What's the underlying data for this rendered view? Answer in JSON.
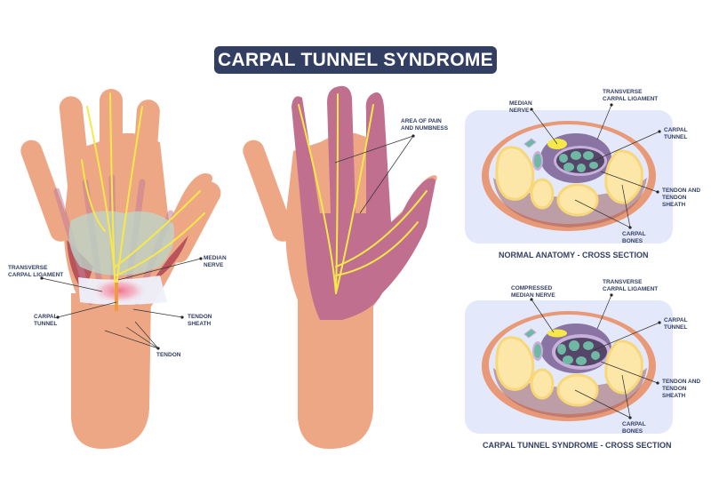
{
  "title": "CARPAL TUNNEL SYNDROME",
  "colors": {
    "title_bg": "#323f63",
    "label_text": "#323f63",
    "skin": "#eda785",
    "skin_dark": "#d98f6e",
    "nerve": "#f7e84a",
    "pain_area": "#c0708e",
    "ligament_glow": "#f08aa0",
    "panel_bg": "#e3e9fb",
    "bone": "#fde7a8",
    "tunnel": "#8a74a3",
    "tendon": "#6fb8a4"
  },
  "left_hand": {
    "labels": {
      "median_nerve": "MEDIAN\nNERVE",
      "transverse_carpal_ligament": "TRANSVERSE\nCARPAL LIGAMENT",
      "carpal_tunnel": "CARPAL\nTUNNEL",
      "tendon_sheath": "TENDON\nSHEATH",
      "tendon": "TENDON"
    }
  },
  "middle_hand": {
    "labels": {
      "area_of_pain": "AREA OF PAIN\nAND NUMBNESS"
    }
  },
  "normal_section": {
    "caption": "NORMAL ANATOMY - CROSS SECTION",
    "labels": {
      "median_nerve": "MEDIAN\nNERVE",
      "transverse_carpal_ligament": "TRANSVERSE\nCARPAL LIGAMENT",
      "carpal_tunnel": "CARPAL\nTUNNEL",
      "tendon_and_sheath": "TENDON AND\nTENDON SHEATH",
      "carpal_bones": "CARPAL\nBONES"
    }
  },
  "cts_section": {
    "caption": "CARPAL TUNNEL SYNDROME - CROSS SECTION",
    "labels": {
      "compressed_median_nerve": "COMPRESSED\nMEDIAN NERVE",
      "transverse_carpal_ligament": "TRANSVERSE\nCARPAL LIGAMENT",
      "carpal_tunnel": "CARPAL\nTUNNEL",
      "tendon_and_sheath": "TENDON AND\nTENDON SHEATH",
      "carpal_bones": "CARPAL\nBONES"
    }
  }
}
